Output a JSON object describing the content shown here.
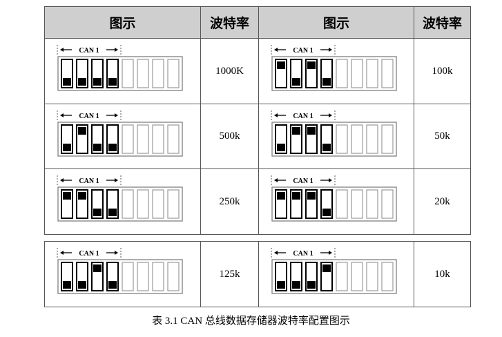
{
  "table": {
    "headers": [
      "图示",
      "波特率",
      "图示",
      "波特率"
    ],
    "switch_label": "CAN 1",
    "rows": [
      {
        "left": {
          "rate": "1000K",
          "pos": [
            0,
            0,
            0,
            0
          ]
        },
        "right": {
          "rate": "100k",
          "pos": [
            1,
            0,
            1,
            0
          ]
        }
      },
      {
        "left": {
          "rate": "500k",
          "pos": [
            0,
            1,
            0,
            0
          ]
        },
        "right": {
          "rate": "50k",
          "pos": [
            0,
            1,
            1,
            0
          ]
        }
      },
      {
        "left": {
          "rate": "250k",
          "pos": [
            1,
            1,
            0,
            0
          ]
        },
        "right": {
          "rate": "20k",
          "pos": [
            1,
            1,
            1,
            0
          ]
        }
      },
      {
        "left": {
          "rate": "125k",
          "pos": [
            0,
            0,
            1,
            0
          ]
        },
        "right": {
          "rate": "10k",
          "pos": [
            0,
            0,
            0,
            1
          ]
        }
      }
    ]
  },
  "caption": "表 3.1 CAN 总线数据存储器波特率配置图示"
}
